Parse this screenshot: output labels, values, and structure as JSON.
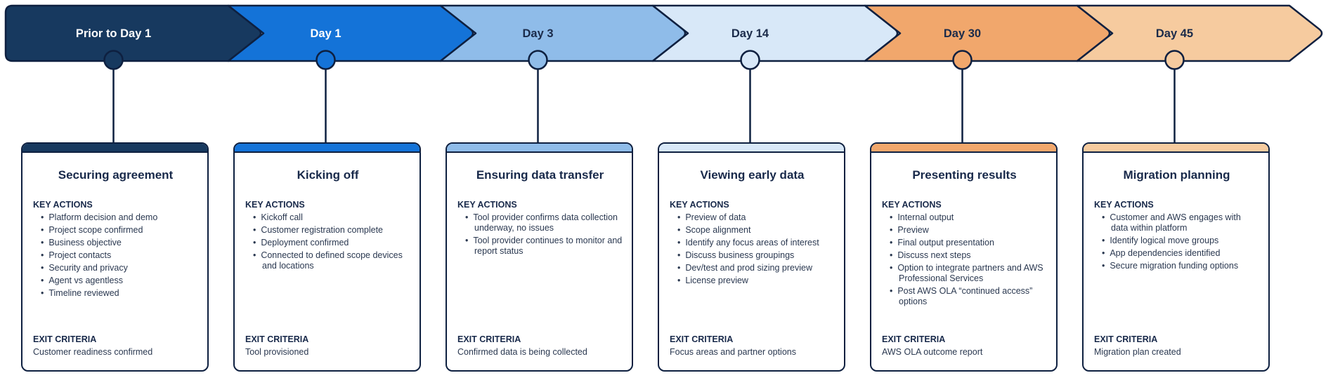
{
  "timeline": {
    "stroke_color": "#0E2040",
    "dark_text_color": "#1B2B4A",
    "phases": [
      {
        "label": "Prior to Day 1",
        "color": "#17395F",
        "label_color": "#FFFFFF",
        "card": {
          "title": "Securing agreement",
          "key_actions_label": "KEY ACTIONS",
          "actions": [
            "Platform decision and demo",
            "Project scope confirmed",
            "Business objective",
            "Project contacts",
            "Security and privacy",
            "Agent vs agentless",
            "Timeline reviewed"
          ],
          "exit_label": "EXIT CRITERIA",
          "exit_text": "Customer readiness confirmed"
        }
      },
      {
        "label": "Day 1",
        "color": "#1473D8",
        "label_color": "#FFFFFF",
        "card": {
          "title": "Kicking off",
          "key_actions_label": "KEY ACTIONS",
          "actions": [
            "Kickoff call",
            "Customer registration complete",
            "Deployment confirmed",
            "Connected to defined scope devices and locations"
          ],
          "exit_label": "EXIT CRITERIA",
          "exit_text": "Tool provisioned"
        }
      },
      {
        "label": "Day 3",
        "color": "#8FBCE9",
        "label_color": "#1B2B4A",
        "card": {
          "title": "Ensuring data transfer",
          "key_actions_label": "KEY ACTIONS",
          "actions": [
            "Tool provider confirms data collection underway, no issues",
            "Tool provider continues to monitor and report status"
          ],
          "exit_label": "EXIT CRITERIA",
          "exit_text": "Confirmed data is being collected"
        }
      },
      {
        "label": "Day 14",
        "color": "#D8E8F8",
        "label_color": "#1B2B4A",
        "card": {
          "title": "Viewing early data",
          "key_actions_label": "KEY ACTIONS",
          "actions": [
            "Preview of data",
            "Scope alignment",
            "Identify any focus areas of interest",
            "Discuss business groupings",
            "Dev/test and prod sizing preview",
            "License preview"
          ],
          "exit_label": "EXIT CRITERIA",
          "exit_text": "Focus areas and partner options"
        }
      },
      {
        "label": "Day 30",
        "color": "#F1A76C",
        "label_color": "#1B2B4A",
        "card": {
          "title": "Presenting  results",
          "key_actions_label": "KEY ACTIONS",
          "actions": [
            "Internal output",
            "Preview",
            "Final output presentation",
            "Discuss next steps",
            "Option to integrate partners and AWS Professional Services",
            "Post AWS OLA “continued access” options"
          ],
          "exit_label": "EXIT CRITERIA",
          "exit_text": "AWS OLA outcome report"
        }
      },
      {
        "label": "Day 45",
        "color": "#F6CB9F",
        "label_color": "#1B2B4A",
        "card": {
          "title": "Migration planning",
          "key_actions_label": "KEY ACTIONS",
          "actions": [
            "Customer and AWS engages with data within platform",
            "Identify logical move groups",
            "App dependencies identified",
            "Secure migration funding options"
          ],
          "exit_label": "EXIT CRITERIA",
          "exit_text": "Migration plan created"
        }
      }
    ]
  }
}
